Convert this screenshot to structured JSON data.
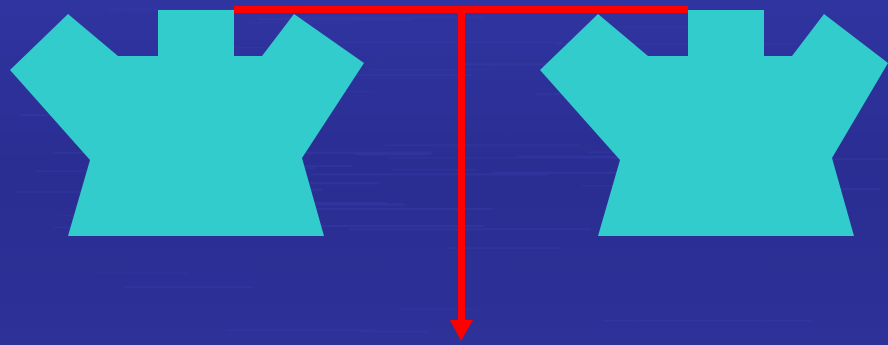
{
  "slide": {
    "colors": {
      "background": "#2b2f96",
      "background_streak": "#3a3fae",
      "shape_fill": "#33cccc",
      "connector": "#ff0000"
    },
    "shapes": [
      {
        "name": "left-notched-shape",
        "fill_role": "shape_fill"
      },
      {
        "name": "right-notched-shape",
        "fill_role": "shape_fill"
      }
    ],
    "connector": {
      "type": "t-junction",
      "arrow_direction": "down"
    }
  }
}
